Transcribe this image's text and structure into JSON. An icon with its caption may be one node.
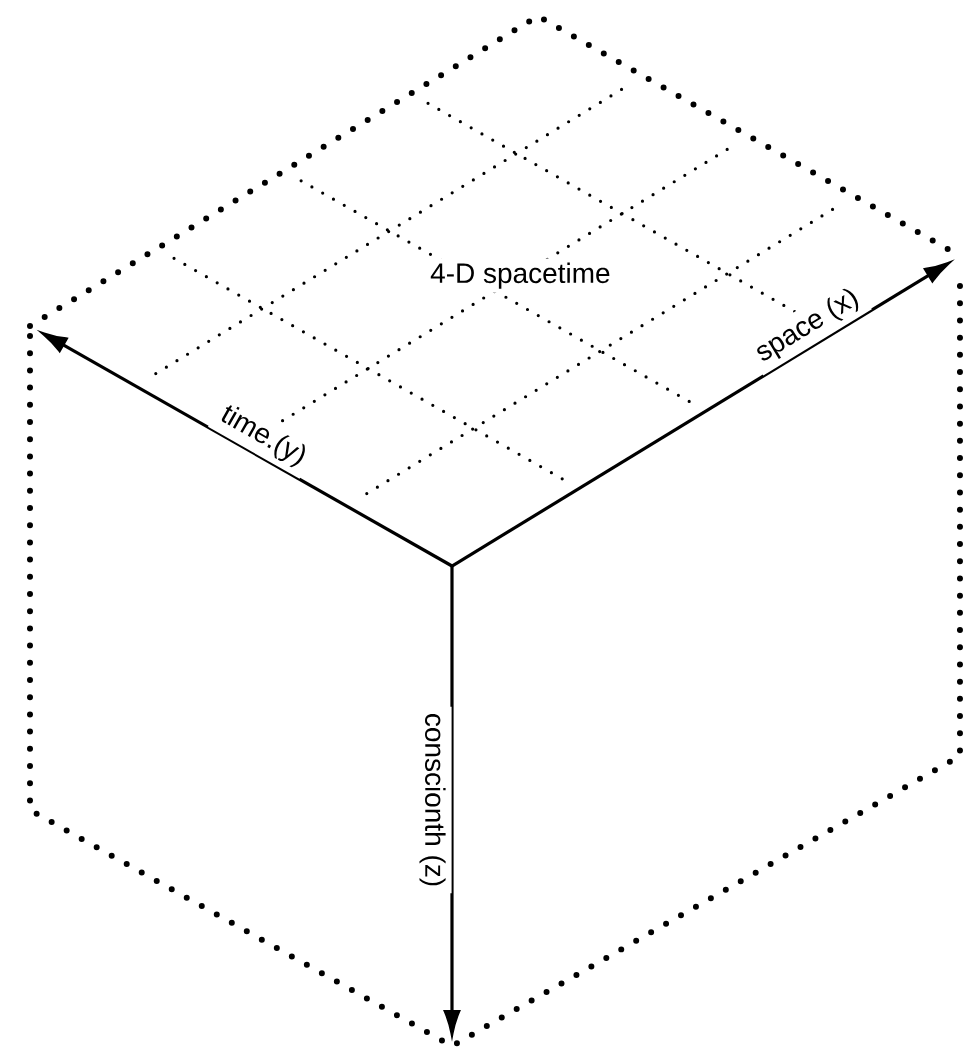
{
  "diagram": {
    "nodes": [
      {
        "text": [
          "4-D spacetime"
        ]
      }
    ],
    "labels": [
      "time.(y)",
      "space (x)",
      "conscionth (z)"
    ]
  }
}
